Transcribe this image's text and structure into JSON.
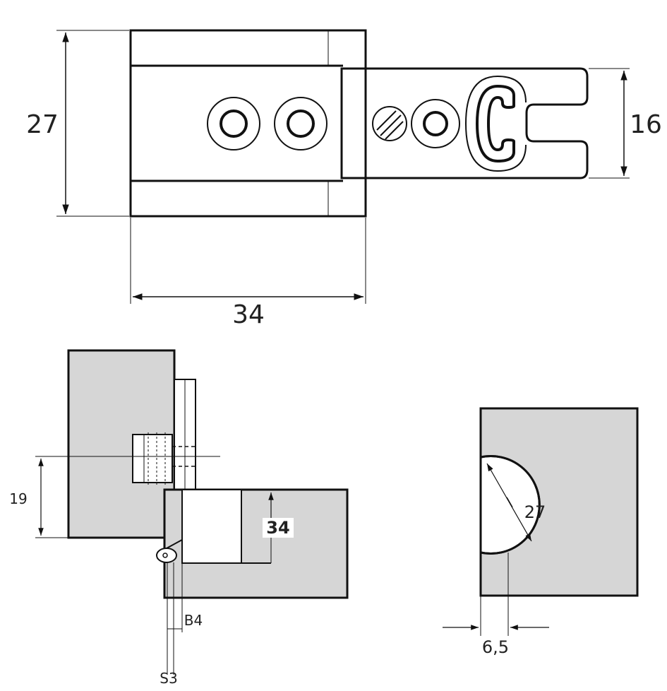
{
  "dimensions": {
    "top_height": "27",
    "top_width": "34",
    "arm_height": "16",
    "side_offset": "19",
    "side_depth": "34",
    "side_b": "B4",
    "side_s": "S3",
    "bore_diameter": "27",
    "bore_edge": "6,5"
  },
  "colors": {
    "line": "#111111",
    "fill_gray": "#d6d6d6",
    "background": "#ffffff"
  }
}
